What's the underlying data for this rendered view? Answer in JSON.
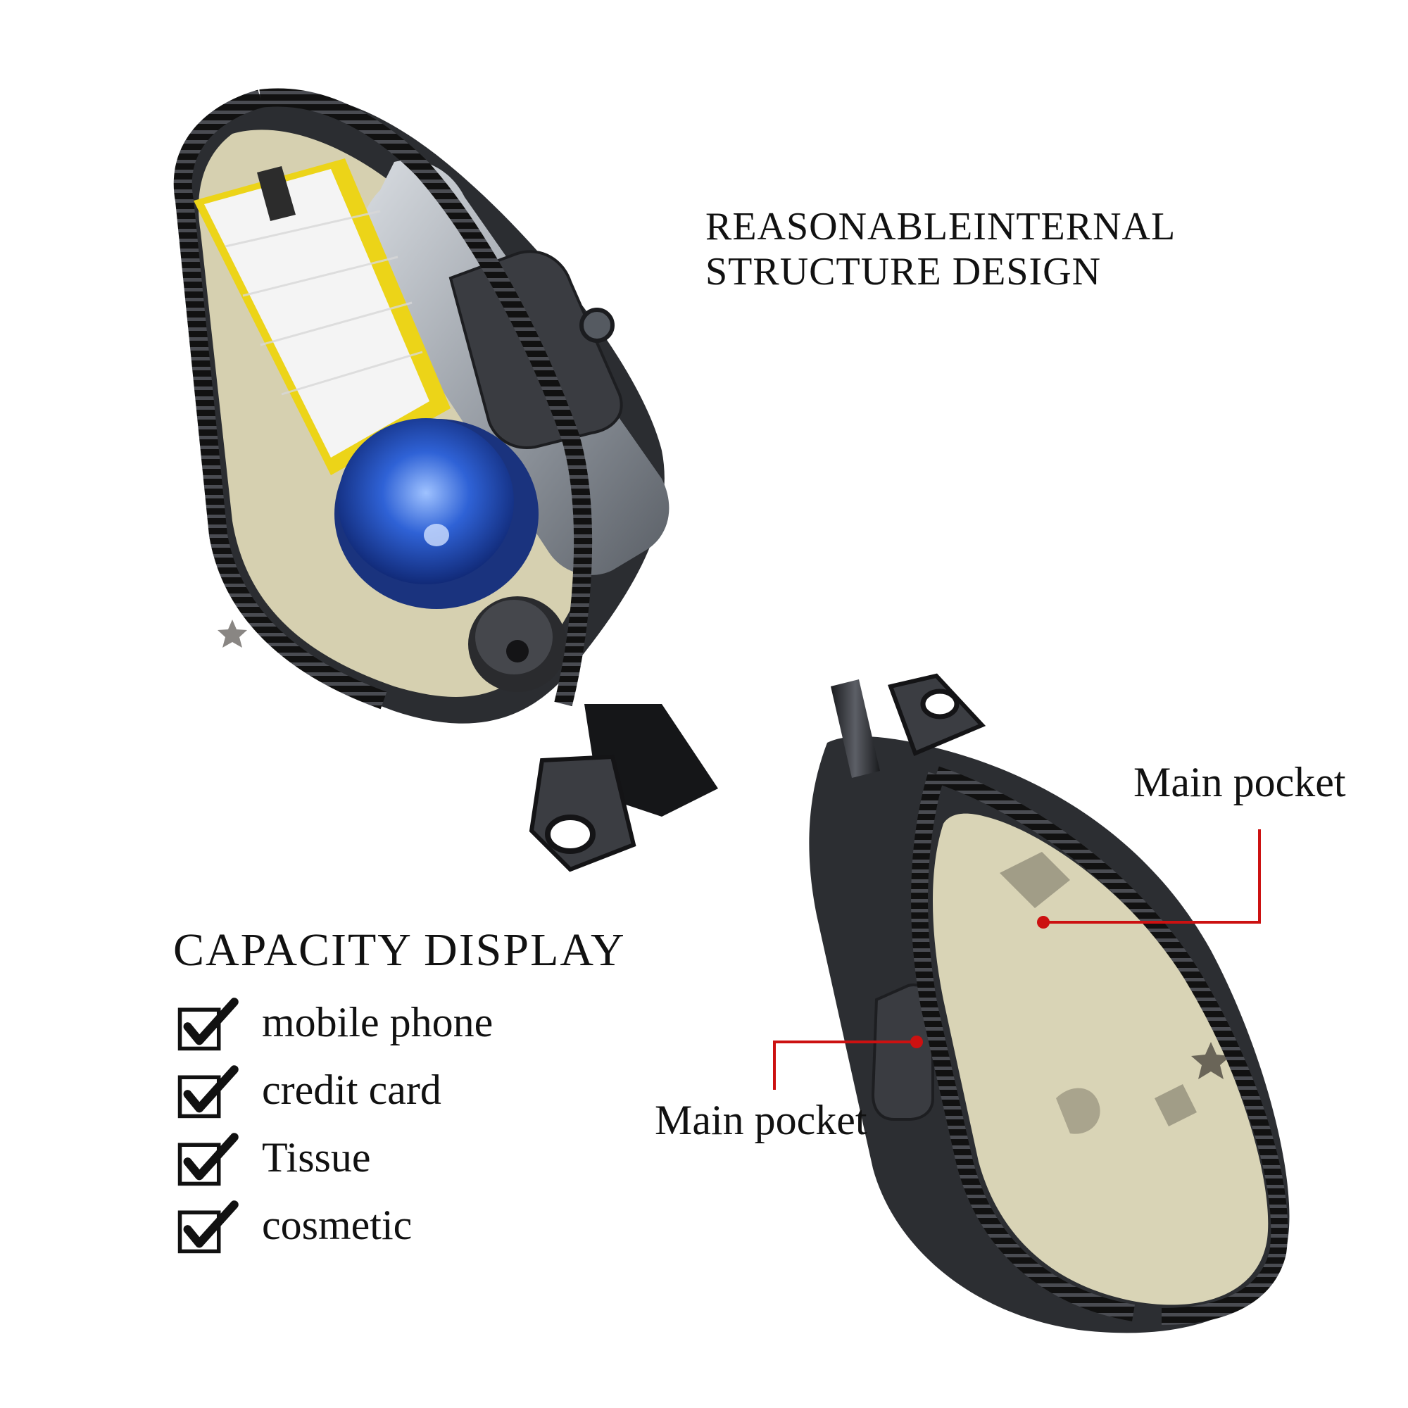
{
  "headline": {
    "line1": "REASONABLEINTERNAL",
    "line2": "STRUCTURE DESIGN"
  },
  "capacity": {
    "title": "CAPACITY DISPLAY",
    "items": [
      {
        "label": "mobile phone"
      },
      {
        "label": "credit card"
      },
      {
        "label": "Tissue"
      },
      {
        "label": "cosmetic"
      }
    ]
  },
  "callouts": {
    "right_label": "Main pocket",
    "left_label": "Main pocket"
  },
  "colors": {
    "text": "#111111",
    "callout_line": "#cc1111",
    "leather": "#2a2c30",
    "lining": "#d8d3b4",
    "bottle_blue": "#2a56c8",
    "tissue_yellow": "#ecd418"
  },
  "icons": [
    "checkbox-checked-icon",
    "zipper-pull-icon"
  ]
}
